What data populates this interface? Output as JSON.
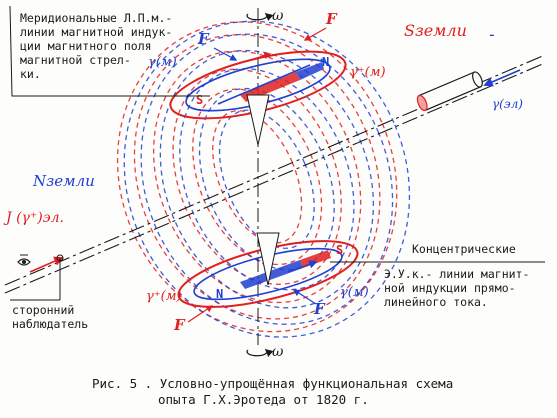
{
  "labels": {
    "meridional_note": [
      "Меридиональные Л.П.м.-",
      "линии магнитной индук-",
      "ции магнитного поля",
      "магнитной стрел-",
      "ки."
    ],
    "concentric_note": [
      "Концентрические",
      "Э.У.к.- линии магнит-",
      "ной индукции прямо-",
      "линейного тока."
    ],
    "observer_note": [
      "сторонний",
      "наблюдатель"
    ],
    "caption": [
      "Рис. 5 . Условно-упрощённая функциональная схема",
      "опыта Г.Х.Эротеда от 1820 г."
    ],
    "s_earth": "Sземли",
    "n_earth": "Nземли",
    "omega_top": "ω",
    "omega_bottom": "ω",
    "current_label": "J (γ⁺)эл.",
    "gamma_wire": "γ(эл)",
    "gamma_m": "γ(м)",
    "gamma_plus_m": "γ⁺(м)",
    "pole_s": "S",
    "pole_n": "N",
    "force": "F",
    "minus": "-"
  },
  "colors": {
    "red": "#e02020",
    "blue": "#2040d0",
    "ink": "#1a1a1a"
  }
}
